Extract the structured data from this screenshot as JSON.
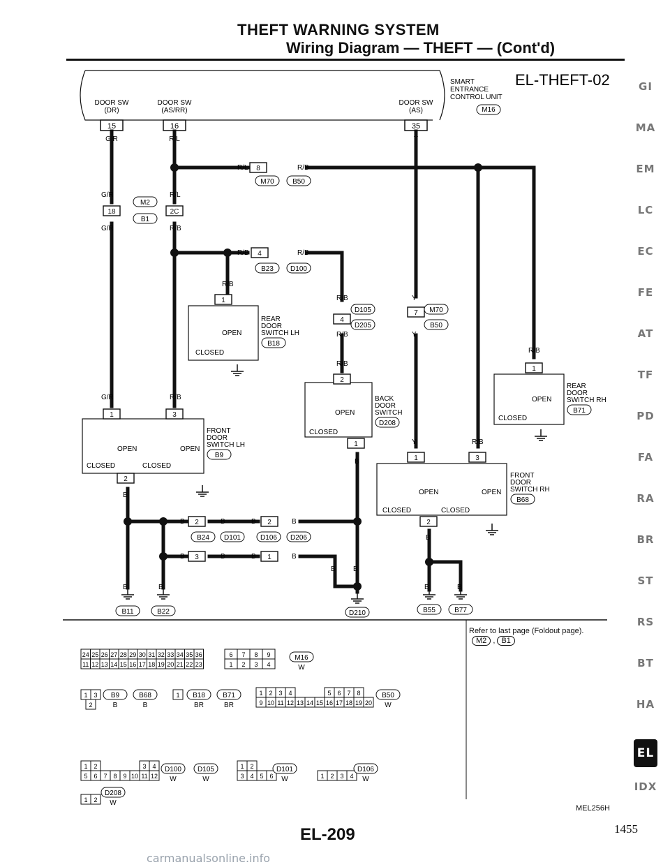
{
  "header": {
    "title": "THEFT WARNING SYSTEM",
    "subtitle": "Wiring Diagram — THEFT — (Cont'd)"
  },
  "diagram": {
    "code": "EL-THEFT-02",
    "smart_unit_label": [
      "SMART",
      "ENTRANCE",
      "CONTROL UNIT"
    ],
    "smart_unit_conn": "M16",
    "unit_pins": [
      {
        "label": [
          "DOOR SW",
          "(DR)"
        ],
        "pin": "15",
        "wire": "G/R"
      },
      {
        "label": [
          "DOOR SW",
          "(AS/RR)"
        ],
        "pin": "16",
        "wire": "R/L"
      },
      {
        "label": [
          "DOOR SW",
          "(AS)"
        ],
        "pin": "35",
        "wire": "Y"
      }
    ],
    "switches": [
      {
        "name": [
          "REAR",
          "DOOR",
          "SWITCH LH"
        ],
        "conn": "B18"
      },
      {
        "name": [
          "BACK",
          "DOOR",
          "SWITCH"
        ],
        "conn": "D208"
      },
      {
        "name": [
          "REAR",
          "DOOR",
          "SWITCH RH"
        ],
        "conn": "B71"
      },
      {
        "name": [
          "FRONT",
          "DOOR",
          "SWITCH LH"
        ],
        "conn": "B9"
      },
      {
        "name": [
          "FRONT",
          "DOOR",
          "SWITCH RH"
        ],
        "conn": "B68"
      }
    ],
    "switch_states": {
      "open": "OPEN",
      "closed": "CLOSED"
    },
    "wires": [
      "G/R",
      "R/L",
      "R/B",
      "Y",
      "B"
    ],
    "connectors": [
      "M70",
      "B50",
      "M2",
      "B1",
      "B23",
      "D100",
      "D105",
      "D205",
      "B24",
      "D101",
      "D106",
      "D206"
    ],
    "grounds": [
      "B11",
      "B22",
      "D210",
      "B55",
      "B77"
    ],
    "pins": [
      "1",
      "2",
      "3",
      "4",
      "7",
      "8",
      "18",
      "2C"
    ]
  },
  "connector_views": [
    {
      "id": "M16",
      "color": "W"
    },
    {
      "id": "B9",
      "color": "B",
      "pair": "B68",
      "pair_color": "B"
    },
    {
      "id": "B18",
      "color": "BR",
      "pair": "B71",
      "pair_color": "BR"
    },
    {
      "id": "B50",
      "color": "W"
    },
    {
      "id": "D100",
      "color": "W",
      "pair": "D105",
      "pair_color": "W"
    },
    {
      "id": "D101",
      "color": "W"
    },
    {
      "id": "D106",
      "color": "W"
    },
    {
      "id": "D208",
      "color": "W"
    }
  ],
  "refer_note": "Refer to last page (Foldout page).",
  "refer_conns": [
    "M2",
    "B1"
  ],
  "side_tabs": [
    "GI",
    "MA",
    "EM",
    "LC",
    "EC",
    "FE",
    "AT",
    "TF",
    "PD",
    "FA",
    "RA",
    "BR",
    "ST",
    "RS",
    "BT",
    "HA",
    "EL",
    "IDX"
  ],
  "active_tab": "EL",
  "footer": {
    "figure_code": "MEL256H",
    "page_code": "EL-209",
    "page_number": "1455",
    "watermark": "carmanualsonline.info"
  }
}
